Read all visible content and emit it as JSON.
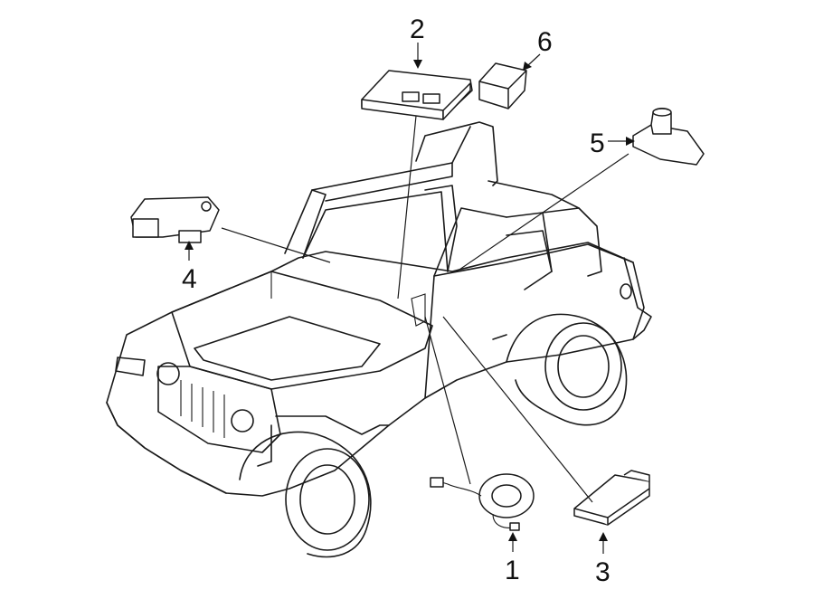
{
  "diagram": {
    "callouts": [
      {
        "id": 1,
        "label": "1"
      },
      {
        "id": 2,
        "label": "2"
      },
      {
        "id": 3,
        "label": "3"
      },
      {
        "id": 4,
        "label": "4"
      },
      {
        "id": 5,
        "label": "5"
      },
      {
        "id": 6,
        "label": "6"
      }
    ]
  }
}
